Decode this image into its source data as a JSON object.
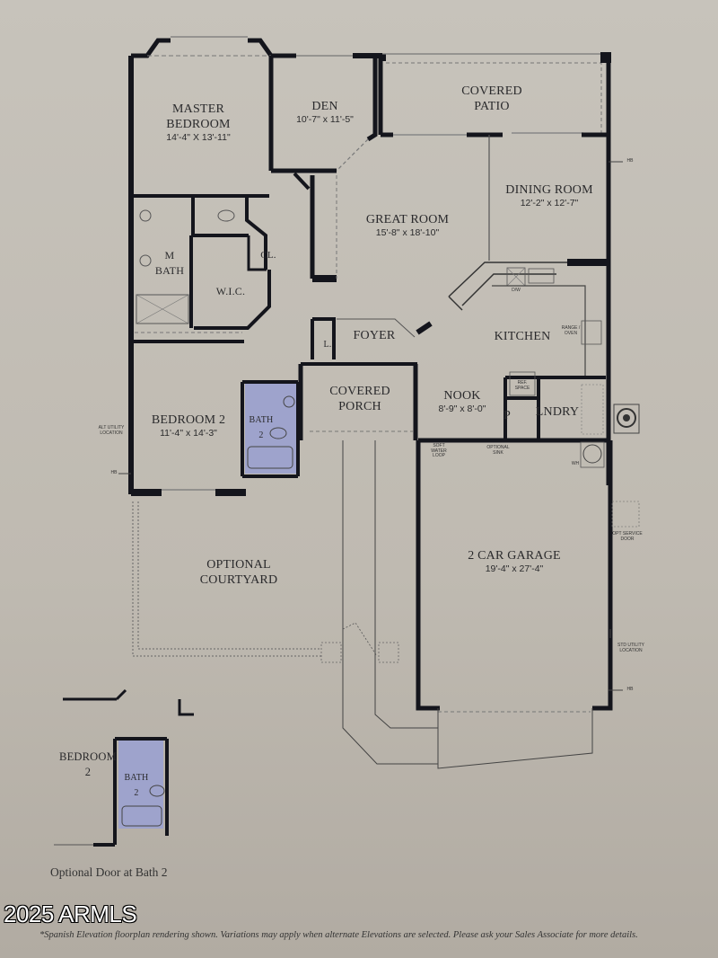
{
  "rooms": {
    "master_bedroom": {
      "name_line1": "MASTER",
      "name_line2": "BEDROOM",
      "dims": "14'-4\" X 13'-11\""
    },
    "den": {
      "name": "DEN",
      "dims": "10'-7\" x 11'-5\""
    },
    "covered_patio": {
      "name_line1": "COVERED",
      "name_line2": "PATIO"
    },
    "dining_room": {
      "name": "DINING ROOM",
      "dims": "12'-2\" x 12'-7\""
    },
    "great_room": {
      "name": "GREAT ROOM",
      "dims": "15'-8\" x 18'-10\""
    },
    "master_bath": {
      "name_line1": "M",
      "name_line2": "BATH"
    },
    "closet": {
      "name": "CL."
    },
    "wic": {
      "name": "W.I.C."
    },
    "linen": {
      "name": "L."
    },
    "foyer": {
      "name": "FOYER"
    },
    "kitchen": {
      "name": "KITCHEN"
    },
    "covered_porch": {
      "name_line1": "COVERED",
      "name_line2": "PORCH"
    },
    "nook": {
      "name": "NOOK",
      "dims": "8'-9\" x 8'-0\""
    },
    "pantry": {
      "name": "P"
    },
    "laundry": {
      "name": "LNDRY"
    },
    "bedroom_2": {
      "name": "BEDROOM 2",
      "dims": "11'-4\" x 14'-3\""
    },
    "bath_2": {
      "name_line1": "BATH",
      "name_line2": "2"
    },
    "courtyard": {
      "name_line1": "OPTIONAL",
      "name_line2": "COURTYARD"
    },
    "garage": {
      "name": "2 CAR GARAGE",
      "dims": "19'-4\" x 27'-4\""
    }
  },
  "annotations": {
    "dw": "D/W",
    "range_line1": "RANGE /",
    "range_line2": "OVEN",
    "ref_line1": "REF.",
    "ref_line2": "SPACE",
    "soft_water_line1": "SOFT",
    "soft_water_line2": "WATER",
    "soft_water_line3": "LOOP",
    "opt_sink_line1": "OPTIONAL",
    "opt_sink_line2": "SINK",
    "wh": "WH",
    "hb": "HB",
    "alt_utility_line1": "ALT UTILITY",
    "alt_utility_line2": "LOCATION",
    "opt_service_line1": "OPT SERVICE",
    "opt_service_line2": "DOOR",
    "std_utility_line1": "STD UTILITY",
    "std_utility_line2": "LOCATION"
  },
  "inset": {
    "bedroom_line1": "BEDROOM",
    "bedroom_line2": "2",
    "bath_line1": "BATH",
    "bath_line2": "2",
    "caption": "Optional Door at Bath 2"
  },
  "colors": {
    "background": "#c5c1b9",
    "wall": "#14151c",
    "bath_highlight": "#9ea3cc",
    "text": "#2a2a2c"
  },
  "watermark": "2025 ARMLS",
  "footnote": "*Spanish Elevation floorplan rendering shown. Variations may apply when alternate Elevations are selected. Please ask your Sales Associate for more details."
}
